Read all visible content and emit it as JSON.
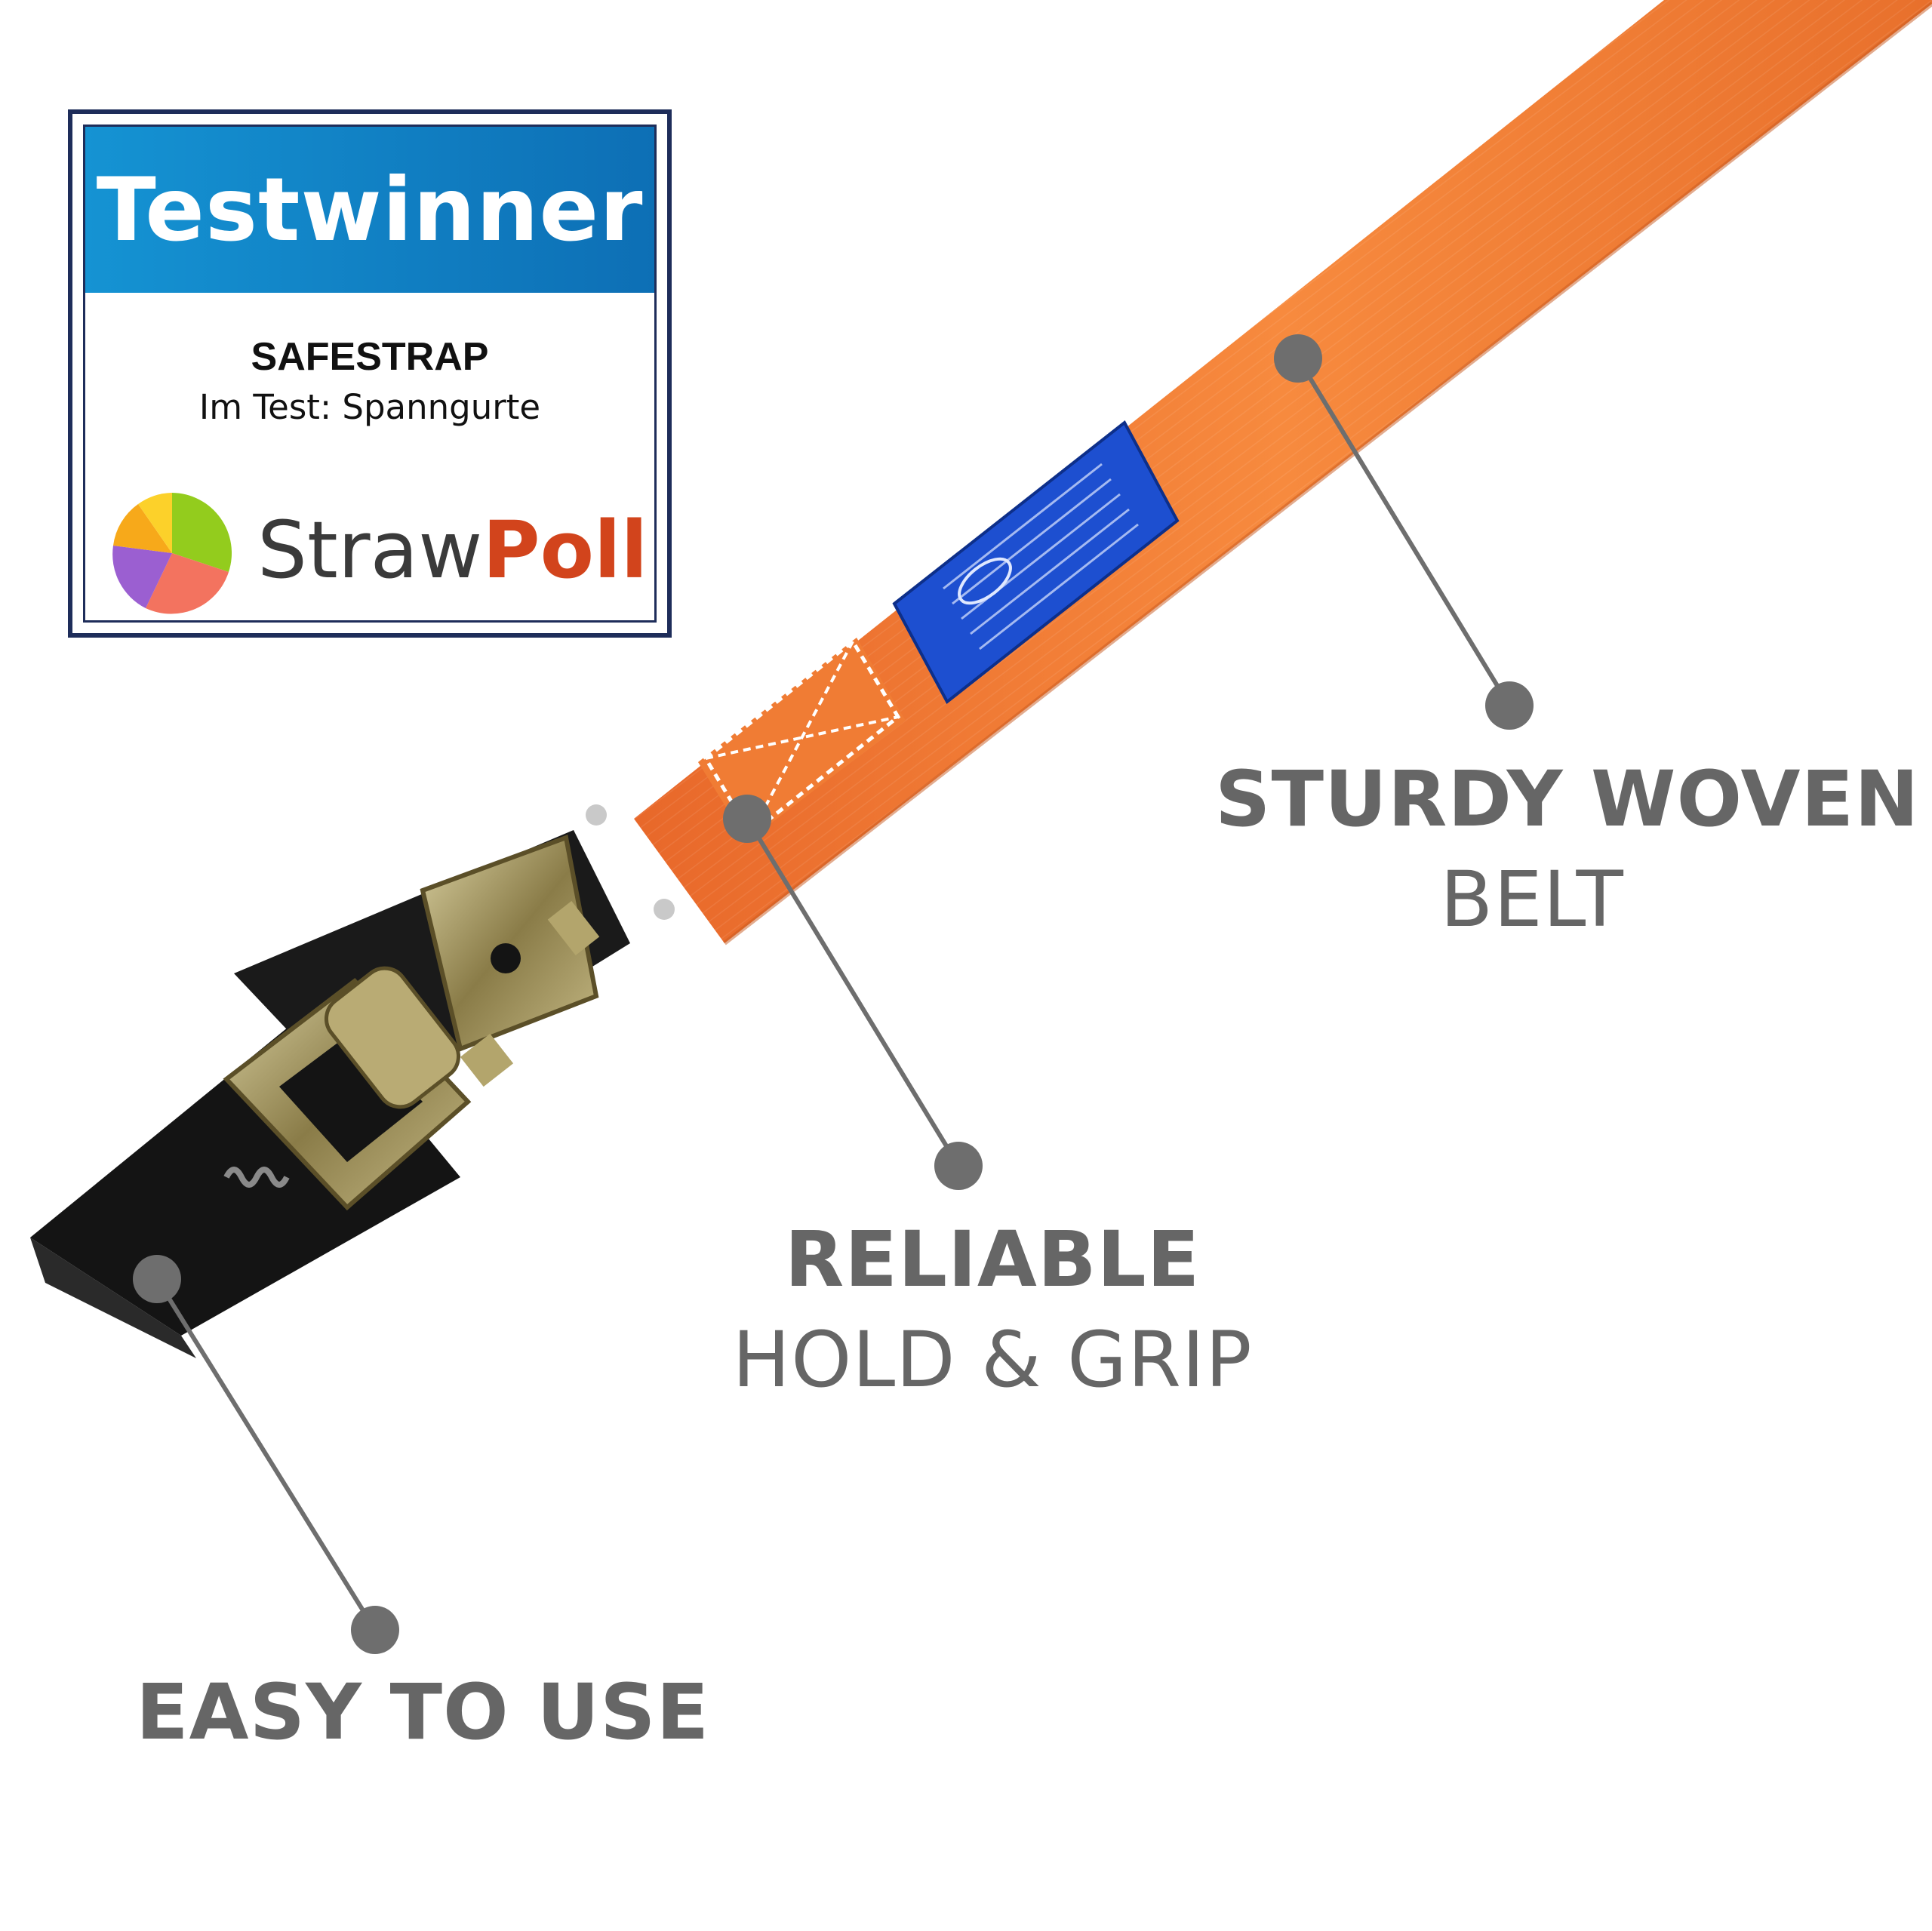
{
  "badge": {
    "title": "Testwinner",
    "brand": "SAFESTRAP",
    "subtitle": "Im Test: Spanngurte",
    "logo_text_part1": "Straw",
    "logo_text_part2": "Poll",
    "logo_icon": "pie-chart-logo-icon",
    "header_color": "#1280c4",
    "border_color": "#1e2d5a",
    "poll_color": "#d2441c"
  },
  "callouts": {
    "belt": {
      "strong": "STURDY WOVEN",
      "light": "BELT"
    },
    "grip": {
      "strong": "RELIABLE",
      "light": "HOLD & GRIP"
    },
    "easy": {
      "strong": "EASY TO USE"
    }
  },
  "colors": {
    "strap_orange": "#f2792e",
    "label_blue": "#1d4fd0",
    "ratchet_black": "#141414",
    "metal_gold": "#a99a62",
    "callout_gray": "#6e6e6e"
  }
}
